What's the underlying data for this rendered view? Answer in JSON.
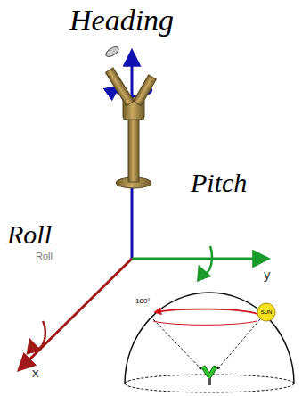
{
  "diagram": {
    "labels": [
      "Heading",
      "Pitch",
      "Roll",
      "Roll",
      "y",
      "x",
      "180°",
      "SUN"
    ]
  }
}
